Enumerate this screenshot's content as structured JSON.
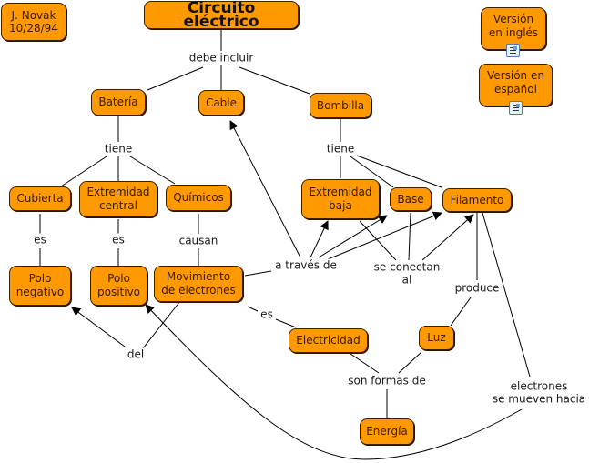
{
  "colors": {
    "node_fill": "#ff9900",
    "node_border": "#3a2000",
    "line": "#000000",
    "background": "#ffffff"
  },
  "author": {
    "name": "J. Novak",
    "date": "10/28/94"
  },
  "concepts": {
    "title": "Circuito eléctrico",
    "bateria": "Batería",
    "cable": "Cable",
    "bombilla": "Bombilla",
    "cubierta": "Cubierta",
    "extremidad_central": "Extremidad central",
    "quimicos": "Químicos",
    "extremidad_baja": "Extremidad baja",
    "base": "Base",
    "filamento": "Filamento",
    "polo_negativo": "Polo negativo",
    "polo_positivo": "Polo positivo",
    "movimiento": "Movimiento de electrones",
    "electricidad": "Electricidad",
    "luz": "Luz",
    "energia": "Energía",
    "version_ingles": "Versión en inglés",
    "version_espanol": "Versión en español"
  },
  "linking_phrases": {
    "debe_incluir": "debe incluir",
    "tiene_bateria": "tiene",
    "tiene_bombilla": "tiene",
    "es_cubierta": "es",
    "es_extremidad": "es",
    "causan": "causan",
    "a_traves_de": "a través de",
    "se_conectan_1": "se conectan",
    "se_conectan_2": "al",
    "produce": "produce",
    "es_movimiento": "es",
    "del": "del",
    "son_formas_de": "son formas de",
    "electrones_1": "electrones",
    "electrones_2": "se mueven hacia"
  },
  "resource_icons": [
    "document-icon",
    "document-icon"
  ]
}
